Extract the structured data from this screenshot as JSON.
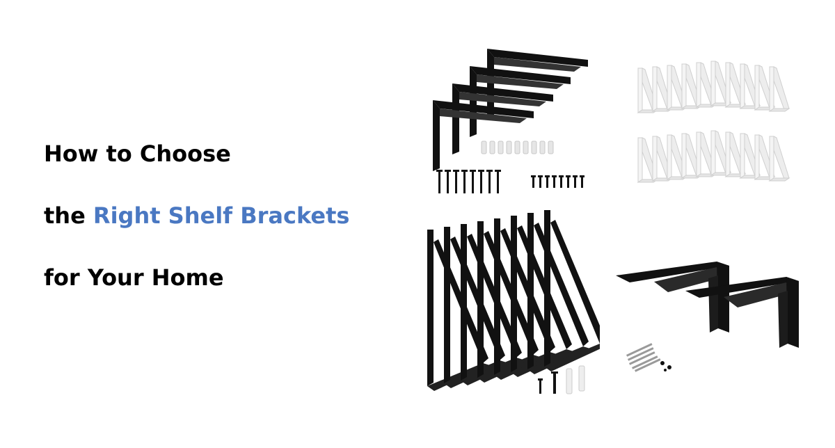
{
  "heading": {
    "line1": "How to Choose",
    "line2_prefix": "the ",
    "line2_accent": "Right Shelf Brackets",
    "line3": "for Your Home"
  },
  "colors": {
    "accent": "#4a78c2",
    "text": "#000000",
    "bracket_black": "#111111",
    "bracket_white": "#f2f2f2"
  },
  "products": [
    {
      "name": "black-l-shelf-brackets-set-of-4",
      "color": "#111111"
    },
    {
      "name": "white-small-shelf-brackets-set-of-20",
      "color": "#f2f2f2"
    },
    {
      "name": "black-triangle-shelf-brackets-set-of-8",
      "color": "#111111"
    },
    {
      "name": "black-heavy-duty-shelf-brackets-set-of-2",
      "color": "#111111"
    }
  ]
}
